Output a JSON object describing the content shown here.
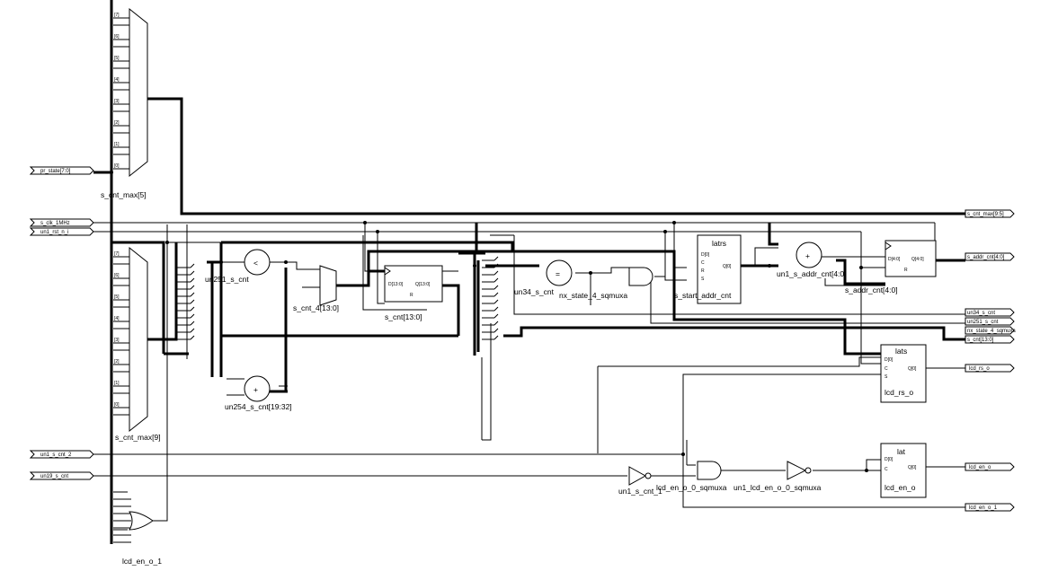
{
  "schematic": {
    "inputs": {
      "pr_state": "pr_state[7:0]",
      "s_clk": "s_clk_1MHz",
      "un1_rst_n": "un1_rst_n_i",
      "un1_s_cnt_2": "un1_s_cnt_2",
      "un19_s_cnt": "un19_s_cnt"
    },
    "outputs": {
      "s_cnt_max": "s_cnt_max[9:5]",
      "s_addr_cnt": "s_addr_cnt[4:0]",
      "un34": "un34_s_cnt",
      "un251": "un251_s_cnt",
      "nx_state": "nx_state_4_sqmuxa",
      "s_cnt": "s_cnt[13:0]",
      "lcd_rs": "lcd_rs_o",
      "lcd_en": "lcd_en_o",
      "lcd_en_1": "lcd_en_o_1"
    },
    "cells": {
      "s_cnt_max5": "s_cnt_max[5]",
      "s_cnt_max9": "s_cnt_max[9]",
      "un251_s_cnt": "un251_s_cnt",
      "s_cnt_4": "s_cnt_4[13:0]",
      "s_cnt": "s_cnt[13:0]",
      "un254_s_cnt": "un254_s_cnt[19:32]",
      "un34_s_cnt": "un34_s_cnt",
      "nx_state_4_sqmuxa": "nx_state_4_sqmuxa",
      "s_start_addr_cnt": "s_start_addr_cnt",
      "latrs": "latrs",
      "un1_s_addr_cnt": "un1_s_addr_cnt[4:0]",
      "s_addr_cnt": "s_addr_cnt[4:0]",
      "lats": "lats",
      "lcd_rs_o": "lcd_rs_o",
      "lat": "lat",
      "lcd_en_o": "lcd_en_o",
      "un1_s_cnt_1": "un1_s_cnt_1",
      "lcd_en_o_0_sqmuxa": "lcd_en_o_0_sqmuxa",
      "un1_lcd_en_o_0_sqmuxa": "un1_lcd_en_o_0_sqmuxa",
      "lcd_en_o_1": "lcd_en_o_1"
    },
    "symbols": {
      "less": "<",
      "plus": "+",
      "equal": "="
    }
  }
}
